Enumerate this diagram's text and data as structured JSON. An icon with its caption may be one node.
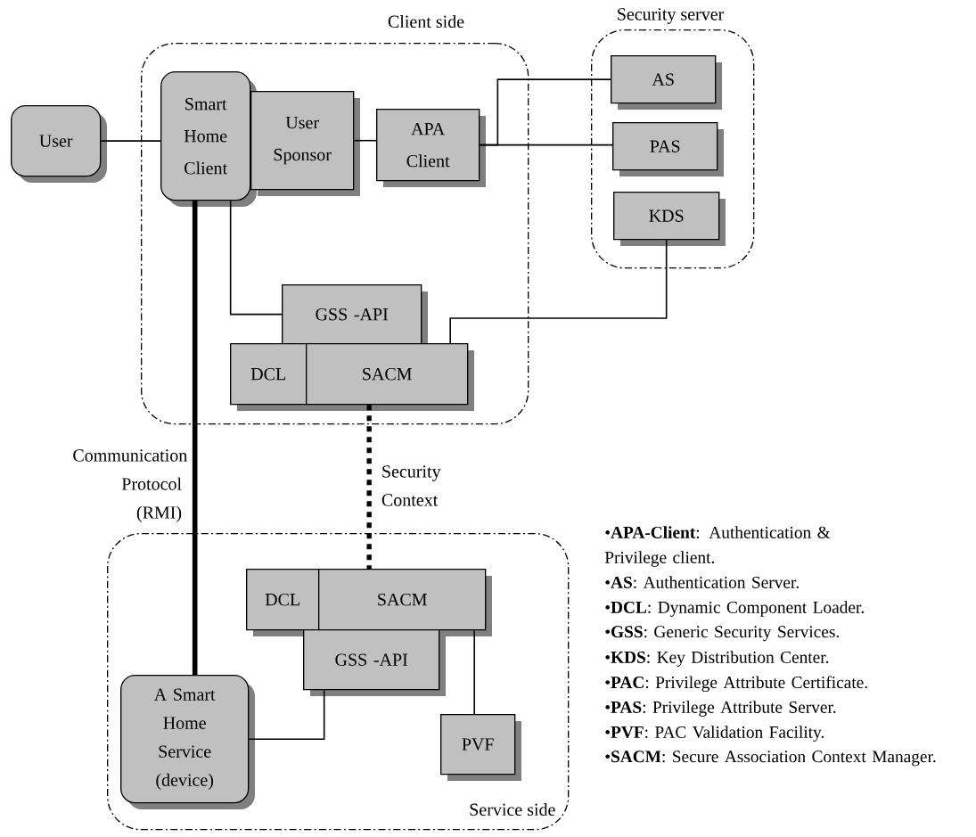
{
  "diagram": {
    "nodes": [
      {
        "text": [
          "Client side"
        ]
      },
      {
        "text": [
          "User"
        ]
      },
      {
        "text": [
          "Smart Home Client"
        ],
        "in": 0
      },
      {
        "text": [
          "User Sponsor"
        ],
        "in": 0
      },
      {
        "text": [
          "APA Client"
        ],
        "in": 0
      },
      {
        "text": [
          "GSS -API"
        ],
        "in": 0
      },
      {
        "text": [
          "DCL"
        ],
        "in": 0
      },
      {
        "text": [
          "SACM"
        ],
        "in": 0
      },
      {
        "text": [
          "Security server"
        ]
      },
      {
        "text": [
          "AS"
        ],
        "in": 8
      },
      {
        "text": [
          "PAS"
        ],
        "in": 8
      },
      {
        "text": [
          "KDS"
        ],
        "in": 8
      },
      {
        "text": [
          "Service side"
        ]
      },
      {
        "text": [
          "DCL"
        ],
        "in": 12
      },
      {
        "text": [
          "SACM"
        ],
        "in": 12
      },
      {
        "text": [
          "GSS -API"
        ],
        "in": 12
      },
      {
        "text": [
          "A Smart Home Service (device)"
        ],
        "in": 12
      },
      {
        "text": [
          "PVF"
        ],
        "in": 12
      }
    ],
    "edges": [
      {
        "from": 1,
        "to": 2,
        "arrow": "none"
      },
      {
        "from": 3,
        "to": 4,
        "arrow": "none"
      },
      {
        "from": 4,
        "to": 9,
        "arrow": "none"
      },
      {
        "from": 4,
        "to": 10,
        "arrow": "none"
      },
      {
        "from": 2,
        "to": 5,
        "arrow": "none"
      },
      {
        "from": 11,
        "to": 7,
        "arrow": "none"
      },
      {
        "from": 2,
        "to": 16,
        "arrow": "none",
        "style": "thick",
        "label": "Communication Protocol (RMI)"
      },
      {
        "from": 7,
        "to": 14,
        "arrow": "none",
        "style": "dashed",
        "label": "Security Context"
      },
      {
        "from": 15,
        "to": 16,
        "arrow": "none"
      },
      {
        "from": 14,
        "to": 17,
        "arrow": "none"
      }
    ],
    "labels": [
      "•**APA-Client**: Authentication & Privilege client.",
      "•**AS**: Authentication Server.",
      "•**DCL**: Dynamic Component Loader.",
      "•**GSS**: Generic Security Services.",
      "•**KDS**: Key Distribution Center.",
      "•**PAC**: Privilege Attribute Certificate.",
      "•**PAS**: Privilege Attribute Server.",
      "•**PVF**: PAC Validation Facility.",
      "•**SACM**: Secure Association Context Manager."
    ]
  }
}
